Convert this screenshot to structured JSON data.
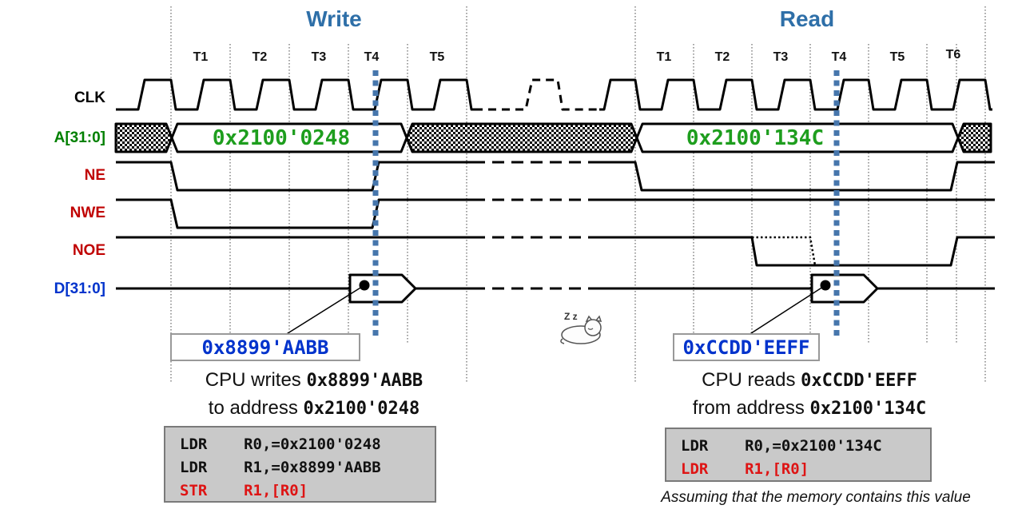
{
  "write": {
    "title": "Write",
    "t_labels": [
      "T1",
      "T2",
      "T3",
      "T4",
      "T5"
    ],
    "address": "0x2100'0248",
    "data_value": "0x8899'AABB",
    "caption": {
      "line1_text": "CPU writes ",
      "line1_value": "0x8899'AABB",
      "line2_text": "to address ",
      "line2_value": "0x2100'0248"
    },
    "code": [
      "LDR    R0,=0x2100'0248",
      "LDR    R1,=0x8899'AABB",
      "STR    R1,[R0]"
    ]
  },
  "read": {
    "title": "Read",
    "t_labels": [
      "T1",
      "T2",
      "T3",
      "T4",
      "T5",
      "T6"
    ],
    "address": "0x2100'134C",
    "data_value": "0xCCDD'EEFF",
    "caption": {
      "line1_text": "CPU reads ",
      "line1_value": "0xCCDD'EEFF",
      "line2_text": "from address ",
      "line2_value": "0x2100'134C"
    },
    "code": [
      "LDR    R0,=0x2100'134C",
      "LDR    R1,[R0]"
    ],
    "footnote": "Assuming that the memory contains this value"
  },
  "signals": [
    {
      "name": "CLK",
      "color": "#000000"
    },
    {
      "name": "A[31:0]",
      "color": "#008000"
    },
    {
      "name": "NE",
      "color": "#C00000"
    },
    {
      "name": "NWE",
      "color": "#C00000"
    },
    {
      "name": "NOE",
      "color": "#C00000"
    },
    {
      "name": "D[31:0]",
      "color": "#0033CC"
    }
  ],
  "icons": {
    "sleeping_cat_text": "Z z"
  },
  "colors": {
    "title_blue": "#2E6FA8",
    "marker_blue": "#4676AC",
    "address_green": "#1E9E1E",
    "value_blue": "#0033CC",
    "label_red": "#C00000",
    "code_red": "#DE1414",
    "code_bg": "#C9C9C9"
  }
}
